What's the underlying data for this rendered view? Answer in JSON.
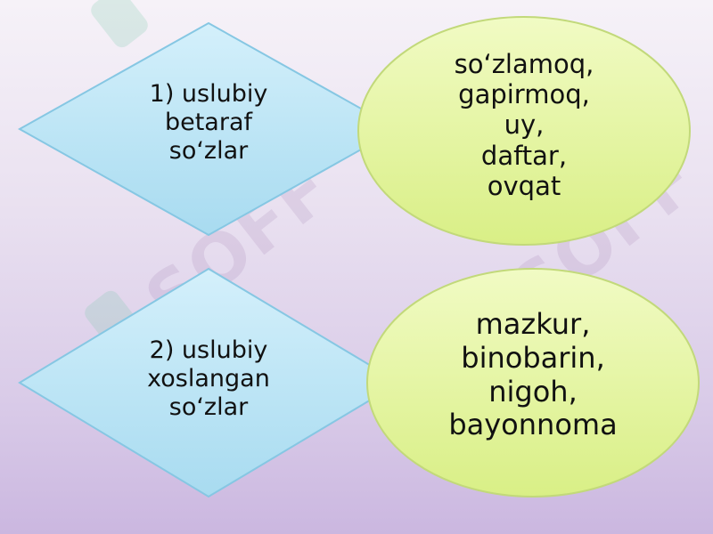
{
  "diagram": {
    "rows": [
      {
        "category_lines": [
          "1) uslubiy",
          "betaraf",
          "so‘zlar"
        ],
        "example_lines": [
          "so‘zlamoq,",
          "gapirmoq,",
          "uy,",
          "daftar,",
          "ovqat"
        ]
      },
      {
        "category_lines": [
          "2) uslubiy",
          "xoslangan",
          "so‘zlar"
        ],
        "example_lines": [
          "mazkur,",
          "binobarin,",
          "nigoh,",
          "bayonnoma"
        ]
      }
    ]
  },
  "watermark": {
    "text": "SOFF"
  },
  "colors": {
    "diamond_fill": "#bfe6f5",
    "diamond_stroke": "#7fc3e0",
    "ellipse_fill": "#e6f5a6",
    "ellipse_stroke": "#bcd36e"
  }
}
